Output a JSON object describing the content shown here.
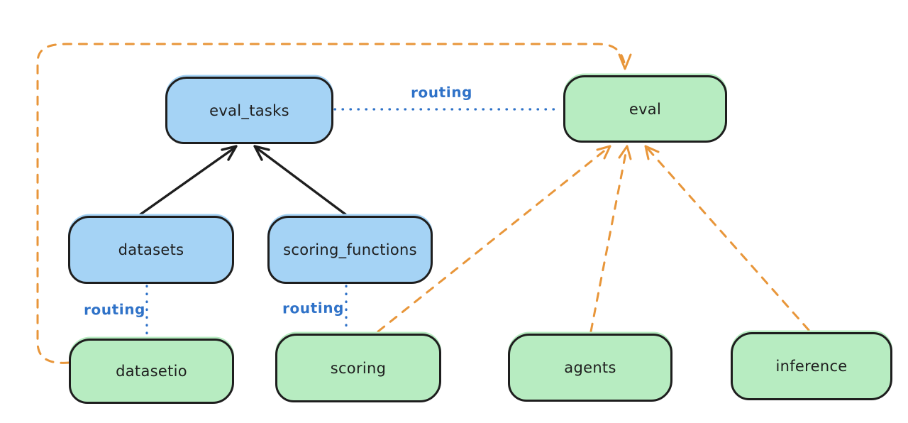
{
  "diagram": {
    "type": "flow-diagram",
    "background": "#ffffff",
    "colors": {
      "node_border": "#1e1e1e",
      "blue_node_fill": "#a5d3f5",
      "green_node_fill": "#b7ecc1",
      "routing_accent": "#2f72c8",
      "orange_accent": "#e8963a",
      "solid_arrow": "#1e1e1e",
      "text": "#1e1e1e"
    },
    "nodes": {
      "eval_tasks": {
        "label": "eval_tasks",
        "color": "blue"
      },
      "eval": {
        "label": "eval",
        "color": "green"
      },
      "datasets": {
        "label": "datasets",
        "color": "blue"
      },
      "scoring_functions": {
        "label": "scoring_functions",
        "color": "blue"
      },
      "datasetio": {
        "label": "datasetio",
        "color": "green"
      },
      "scoring": {
        "label": "scoring",
        "color": "green"
      },
      "agents": {
        "label": "agents",
        "color": "green"
      },
      "inference": {
        "label": "inference",
        "color": "green"
      }
    },
    "edge_labels": {
      "routing_eval_tasks_to_eval": "routing",
      "routing_datasets_to_datasetio": "routing",
      "routing_scoring_functions_to_scoring": "routing"
    },
    "edges": [
      {
        "from": "datasets",
        "to": "eval_tasks",
        "style": "solid",
        "color": "black",
        "arrow": true
      },
      {
        "from": "scoring_functions",
        "to": "eval_tasks",
        "style": "solid",
        "color": "black",
        "arrow": true
      },
      {
        "from": "eval_tasks",
        "to": "eval",
        "style": "dotted",
        "color": "blue",
        "label": "routing",
        "arrow": false
      },
      {
        "from": "datasets",
        "to": "datasetio",
        "style": "dotted",
        "color": "blue",
        "label": "routing",
        "arrow": false
      },
      {
        "from": "scoring_functions",
        "to": "scoring",
        "style": "dotted",
        "color": "blue",
        "label": "routing",
        "arrow": false
      },
      {
        "from": "scoring",
        "to": "eval",
        "style": "dashed",
        "color": "orange",
        "arrow": true
      },
      {
        "from": "agents",
        "to": "eval",
        "style": "dashed",
        "color": "orange",
        "arrow": true
      },
      {
        "from": "inference",
        "to": "eval",
        "style": "dashed",
        "color": "orange",
        "arrow": true
      },
      {
        "from": "datasetio",
        "to": "eval",
        "style": "dashed",
        "color": "orange",
        "arrow": true,
        "route": "left-and-over-top"
      }
    ]
  }
}
